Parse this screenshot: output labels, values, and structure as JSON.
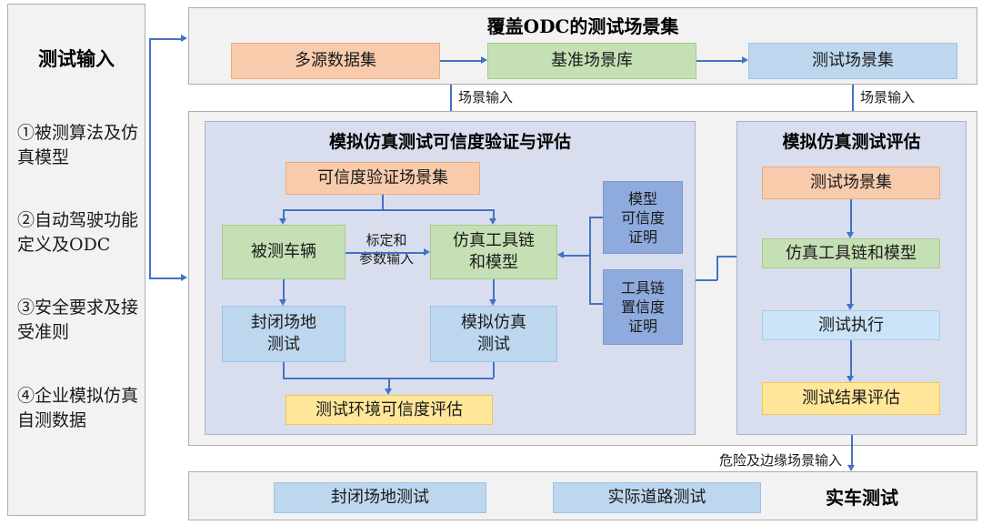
{
  "colors": {
    "arrow": "#4472C4",
    "panel_bg": "#D9DEEF",
    "grey_box_bg": "#F2F2F2",
    "orange": "#F8CBAD",
    "green": "#C5E0B4",
    "blue": "#BDD7EE",
    "light_blue": "#CBE3F6",
    "yellow": "#FFE699",
    "dark_blue": "#8FAADC"
  },
  "sidebar": {
    "title": "测试输入",
    "items": [
      "①被测算法及仿真模型",
      "②自动驾驶功能定义及ODC",
      "③安全要求及接受准则",
      "④企业模拟仿真自测数据"
    ]
  },
  "top_panel": {
    "title": "覆盖ODC的测试场景集",
    "multi_source_dataset": "多源数据集",
    "benchmark_scenario_library": "基准场景库",
    "test_scenario_set": "测试场景集"
  },
  "flow_labels": {
    "scene_input_left": "场景输入",
    "scene_input_right": "场景输入",
    "calibration_param_input": "标定和\n参数输入",
    "hazard_edge_scene_input": "危险及边缘场景输入"
  },
  "middle_panel": {
    "title": "模拟仿真测试可信度验证与评估",
    "credibility_scenario_set": "可信度验证场景集",
    "vehicle_under_test": "被测车辆",
    "sim_toolchain_model": "仿真工具链\n和模型",
    "closed_field_test": "封闭场地\n测试",
    "simulation_test": "模拟仿真\n测试",
    "test_env_credibility_eval": "测试环境可信度评估",
    "model_credibility_proof": "模型\n可信度\n证明",
    "toolchain_confidence_proof": "工具链\n置信度\n证明"
  },
  "right_panel": {
    "title": "模拟仿真测试评估",
    "test_scenario_set": "测试场景集",
    "sim_toolchain_model": "仿真工具链和模型",
    "test_execution": "测试执行",
    "test_result_eval": "测试结果评估"
  },
  "bottom_panel": {
    "closed_field_test": "封闭场地测试",
    "real_road_test": "实际道路测试",
    "real_vehicle_test": "实车测试"
  }
}
